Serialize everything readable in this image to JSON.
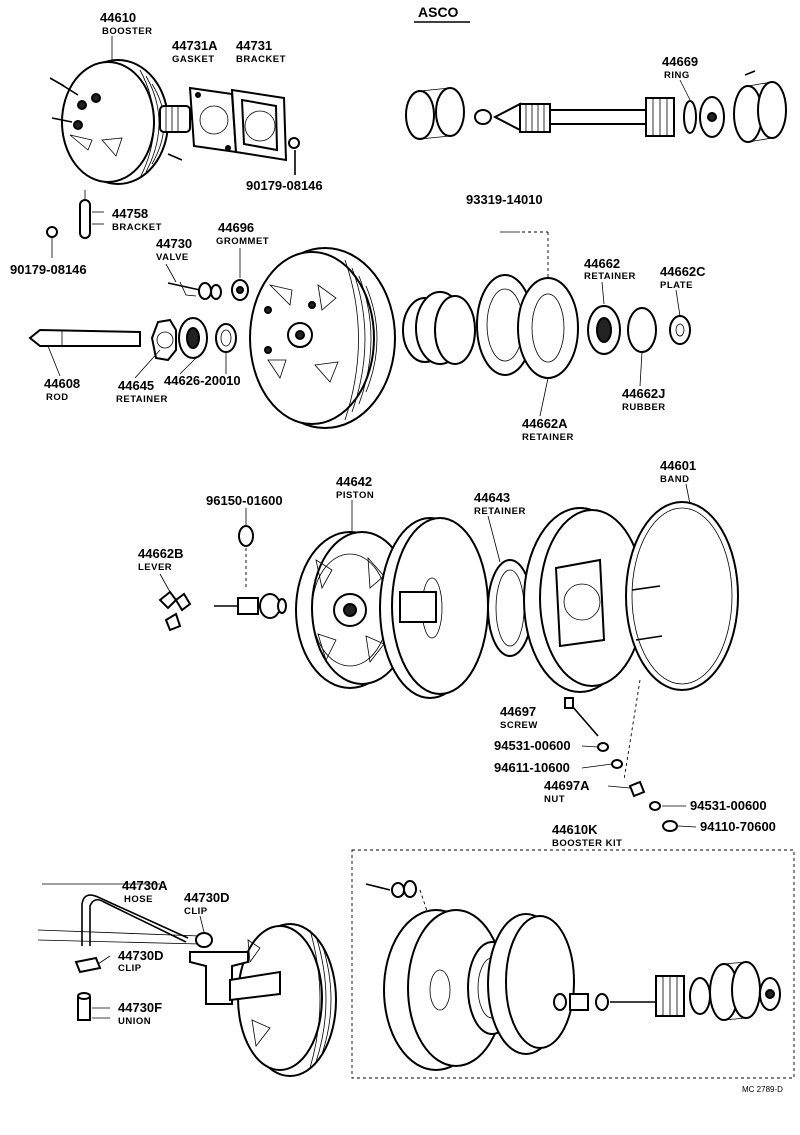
{
  "header": {
    "title": "ASCO"
  },
  "footer": {
    "code": "MC 2789-D"
  },
  "labels": {
    "l44610": {
      "num": "44610",
      "name": "BOOSTER"
    },
    "l44731A": {
      "num": "44731A",
      "name": "GASKET"
    },
    "l44731": {
      "num": "44731",
      "name": "BRACKET"
    },
    "l44669": {
      "num": "44669",
      "name": "RING"
    },
    "l90179a": {
      "num": "90179-08146"
    },
    "l44758": {
      "num": "44758",
      "name": "BRACKET"
    },
    "l44696": {
      "num": "44696",
      "name": "GROMMET"
    },
    "l44730": {
      "num": "44730",
      "name": "VALVE"
    },
    "l93319": {
      "num": "93319-14010"
    },
    "l90179b": {
      "num": "90179-08146"
    },
    "l44662": {
      "num": "44662",
      "name": "RETAINER"
    },
    "l44662C": {
      "num": "44662C",
      "name": "PLATE"
    },
    "l44608": {
      "num": "44608",
      "name": "ROD"
    },
    "l44645": {
      "num": "44645",
      "name": "RETAINER"
    },
    "l44626": {
      "num": "44626-20010"
    },
    "l44662J": {
      "num": "44662J",
      "name": "RUBBER"
    },
    "l44662A": {
      "num": "44662A",
      "name": "RETAINER"
    },
    "l44642": {
      "num": "44642",
      "name": "PISTON"
    },
    "l44601": {
      "num": "44601",
      "name": "BAND"
    },
    "l96150": {
      "num": "96150-01600"
    },
    "l44643": {
      "num": "44643",
      "name": "RETAINER"
    },
    "l44662B": {
      "num": "44662B",
      "name": "LEVER"
    },
    "l44697": {
      "num": "44697",
      "name": "SCREW"
    },
    "l94531a": {
      "num": "94531-00600"
    },
    "l94611": {
      "num": "94611-10600"
    },
    "l44697A": {
      "num": "44697A",
      "name": "NUT"
    },
    "l94531b": {
      "num": "94531-00600"
    },
    "l94110": {
      "num": "94110-70600"
    },
    "l44610K": {
      "num": "44610K",
      "name": "BOOSTER KIT"
    },
    "l44730A": {
      "num": "44730A",
      "name": "HOSE"
    },
    "l44730D1": {
      "num": "44730D",
      "name": "CLIP"
    },
    "l44730D2": {
      "num": "44730D",
      "name": "CLIP"
    },
    "l44730F": {
      "num": "44730F",
      "name": "UNION"
    }
  }
}
